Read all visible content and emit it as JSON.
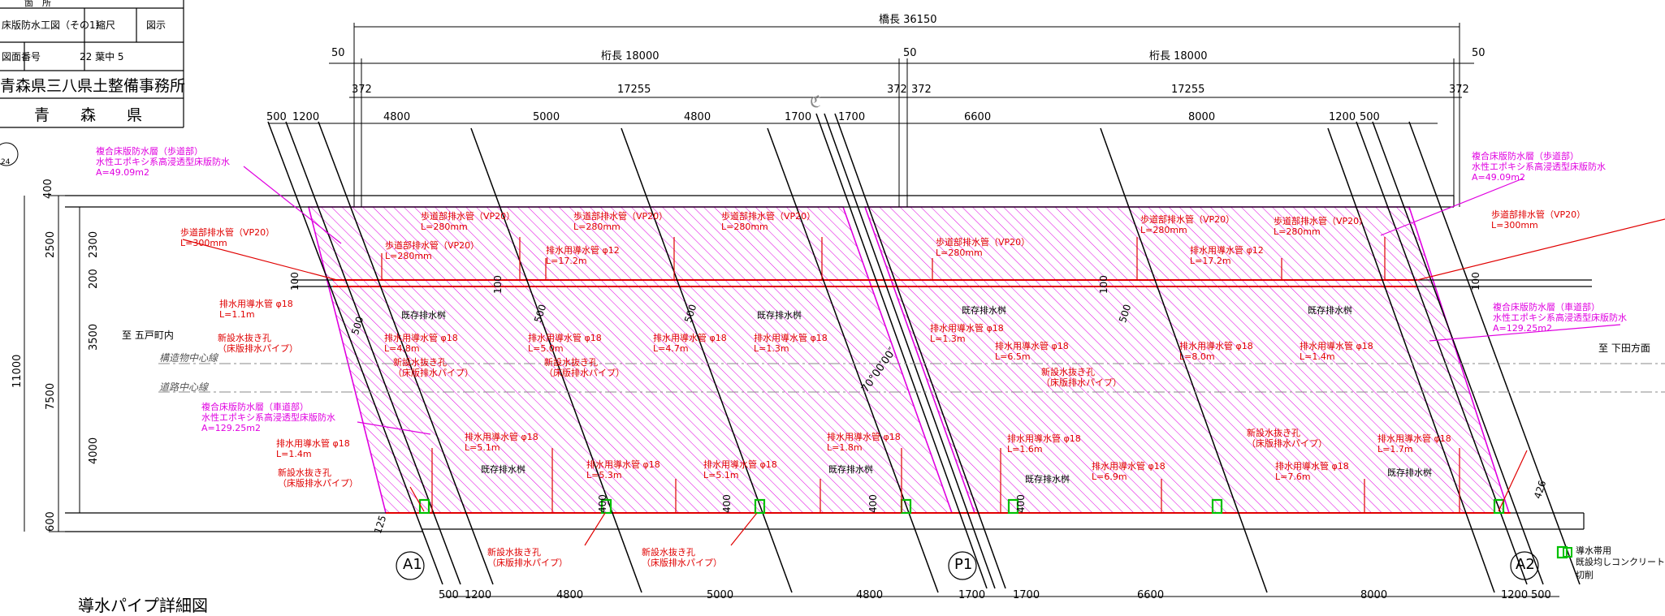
{
  "title_block": {
    "row1_left": "箇　所",
    "row2_left": "床版防水工図（その1）",
    "row2_mid": "縮尺",
    "row2_right": "図示",
    "row3_left": "図面番号",
    "row3_right": "22 葉中 5",
    "office": "青森県三八県土整備事務所",
    "prefecture": "青　　森　　県"
  },
  "sheet_ref": "24",
  "dimensions": {
    "bridge_length": "橋長 36150",
    "girder_left": "桁長 18000",
    "girder_right": "桁長 18000",
    "end50_left": "50",
    "end50_mid": "50",
    "end50_right": "50",
    "d372_a": "372",
    "d17255_left": "17255",
    "d372_b": "372",
    "d372_c": "372",
    "d17255_right": "17255",
    "d372_d": "372",
    "top_row": [
      "500",
      "1200",
      "4800",
      "5000",
      "4800",
      "1700",
      "1700",
      "6600",
      "8000",
      "1200",
      "500"
    ],
    "bottom_row": [
      "500",
      "1200",
      "4800",
      "5000",
      "4800",
      "1700",
      "1700",
      "6600",
      "8000",
      "1200",
      "500"
    ],
    "left_vertical": [
      "400",
      "2500",
      "2300",
      "200",
      "3500",
      "7500",
      "4000",
      "600"
    ],
    "total_width": "11000",
    "right_100_a": "100",
    "left_100": "100",
    "d426": "426",
    "d125": "125",
    "d500": [
      "500",
      "500",
      "500",
      "500"
    ],
    "d400": [
      "400",
      "400",
      "400",
      "400"
    ],
    "d100_mid": [
      "100",
      "100"
    ]
  },
  "labels": {
    "centerline_mark": "ℭ",
    "structure_cl": "構造物中心線",
    "road_cl": "道路中心線",
    "dir_left": "至 五戸町内",
    "dir_right": "至 下田方面",
    "angle": "70°00′00″",
    "abut_a1": "A1",
    "pier_p1": "P1",
    "abut_a2": "A2",
    "legend_line1": "導水帯用",
    "legend_line2": "既設均しコンクリート切削",
    "bottom_title": "導水パイプ詳細図"
  },
  "annotations": {
    "waterproof_walk_left": [
      "複合床版防水層（歩道部）",
      "水性エポキシ系高浸透型床版防水",
      "A=49.09m2"
    ],
    "waterproof_walk_right": [
      "複合床版防水層（歩道部）",
      "水性エポキシ系高浸透型床版防水",
      "A=49.09m2"
    ],
    "waterproof_road_left": [
      "複合床版防水層（車道部）",
      "水性エポキシ系高浸透型床版防水",
      "A=129.25m2"
    ],
    "waterproof_road_right": [
      "複合床版防水層（車道部）",
      "水性エポキシ系高浸透型床版防水",
      "A=129.25m2"
    ],
    "pipe_vp20_left": [
      "歩道部排水管（VP20）",
      "L=300mm"
    ],
    "pipe_vp20_right": [
      "歩道部排水管（VP20）",
      "L=300mm"
    ],
    "pipe_280_a": [
      "歩道部排水管（VP20）",
      "L=280mm"
    ],
    "pipe_280_b": [
      "歩道部排水管（VP20）",
      "L=280mm"
    ],
    "pipe_280_c": [
      "歩道部排水管（VP20）",
      "L=280mm"
    ],
    "pipe_280_d": [
      "歩道部排水管（VP20）",
      "L=280mm"
    ],
    "pipe_280_e": [
      "歩道部排水管（VP20）",
      "L=280mm"
    ],
    "pipe_280_f": [
      "歩道部排水管（VP20）",
      "L=280mm"
    ],
    "pipe_280_g": [
      "歩道部排水管（VP20）",
      "L=280mm"
    ],
    "guide_12_a": [
      "排水用導水管 φ12",
      "L=17.2m"
    ],
    "guide_12_b": [
      "排水用導水管 φ12",
      "L=17.2m"
    ],
    "guide_18_l11": [
      "排水用導水管 φ18",
      "L=1.1m"
    ],
    "guide_18_l48": [
      "排水用導水管 φ18",
      "L=4.8m"
    ],
    "guide_18_l50": [
      "排水用導水管 φ18",
      "L=5.0m"
    ],
    "guide_18_l47": [
      "排水用導水管 φ18",
      "L=4.7m"
    ],
    "guide_18_l13a": [
      "排水用導水管 φ18",
      "L=1.3m"
    ],
    "guide_18_l13b": [
      "排水用導水管 φ18",
      "L=1.3m"
    ],
    "guide_18_l65": [
      "排水用導水管 φ18",
      "L=6.5m"
    ],
    "guide_18_l80": [
      "排水用導水管 φ18",
      "L=8.0m"
    ],
    "guide_18_l14a": [
      "排水用導水管 φ18",
      "L=1.4m"
    ],
    "guide_18_l14b": [
      "排水用導水管 φ18",
      "L=1.4m"
    ],
    "guide_18_l51a": [
      "排水用導水管 φ18",
      "L=5.1m"
    ],
    "guide_18_l53": [
      "排水用導水管 φ18",
      "L=5.3m"
    ],
    "guide_18_l51b": [
      "排水用導水管 φ18",
      "L=5.1m"
    ],
    "guide_18_l18a": [
      "排水用導水管 φ18",
      "L=1.8m"
    ],
    "guide_18_l16": [
      "排水用導水管 φ18",
      "L=1.6m"
    ],
    "guide_18_l69": [
      "排水用導水管 φ18",
      "L=6.9m"
    ],
    "guide_18_l76": [
      "排水用導水管 φ18",
      "L=7.6m"
    ],
    "guide_18_l17": [
      "排水用導水管 φ18",
      "L=1.7m"
    ],
    "new_hole_a": [
      "新設水抜き孔",
      "（床版排水パイプ）"
    ],
    "new_hole_b": [
      "新設水抜き孔",
      "（床版排水パイプ）"
    ],
    "new_hole_c": [
      "新設水抜き孔",
      "（床版排水パイプ）"
    ],
    "new_hole_d": [
      "新設水抜き孔",
      "（床版排水パイプ）"
    ],
    "new_hole_e": [
      "新設水抜き孔",
      "（床版排水パイプ）"
    ],
    "new_hole_f": [
      "新設水抜き孔",
      "（床版排水パイプ）"
    ],
    "new_hole_g": [
      "新設水抜き孔",
      "（床版排水パイプ）"
    ],
    "new_hole_h": [
      "新設水抜き孔",
      "（床版排水パイプ）"
    ],
    "existing_a": "既存排水桝",
    "existing_b": "既存排水桝",
    "existing_c": "既存排水桝",
    "existing_d": "既存排水桝",
    "existing_e": "既存排水桝",
    "existing_f": "既存排水桝",
    "existing_g": "既存排水桝",
    "existing_h": "既存排水桝"
  },
  "colors": {
    "red": "#e00000",
    "magenta": "#e000e0",
    "green": "#00c000",
    "black": "#000000"
  }
}
